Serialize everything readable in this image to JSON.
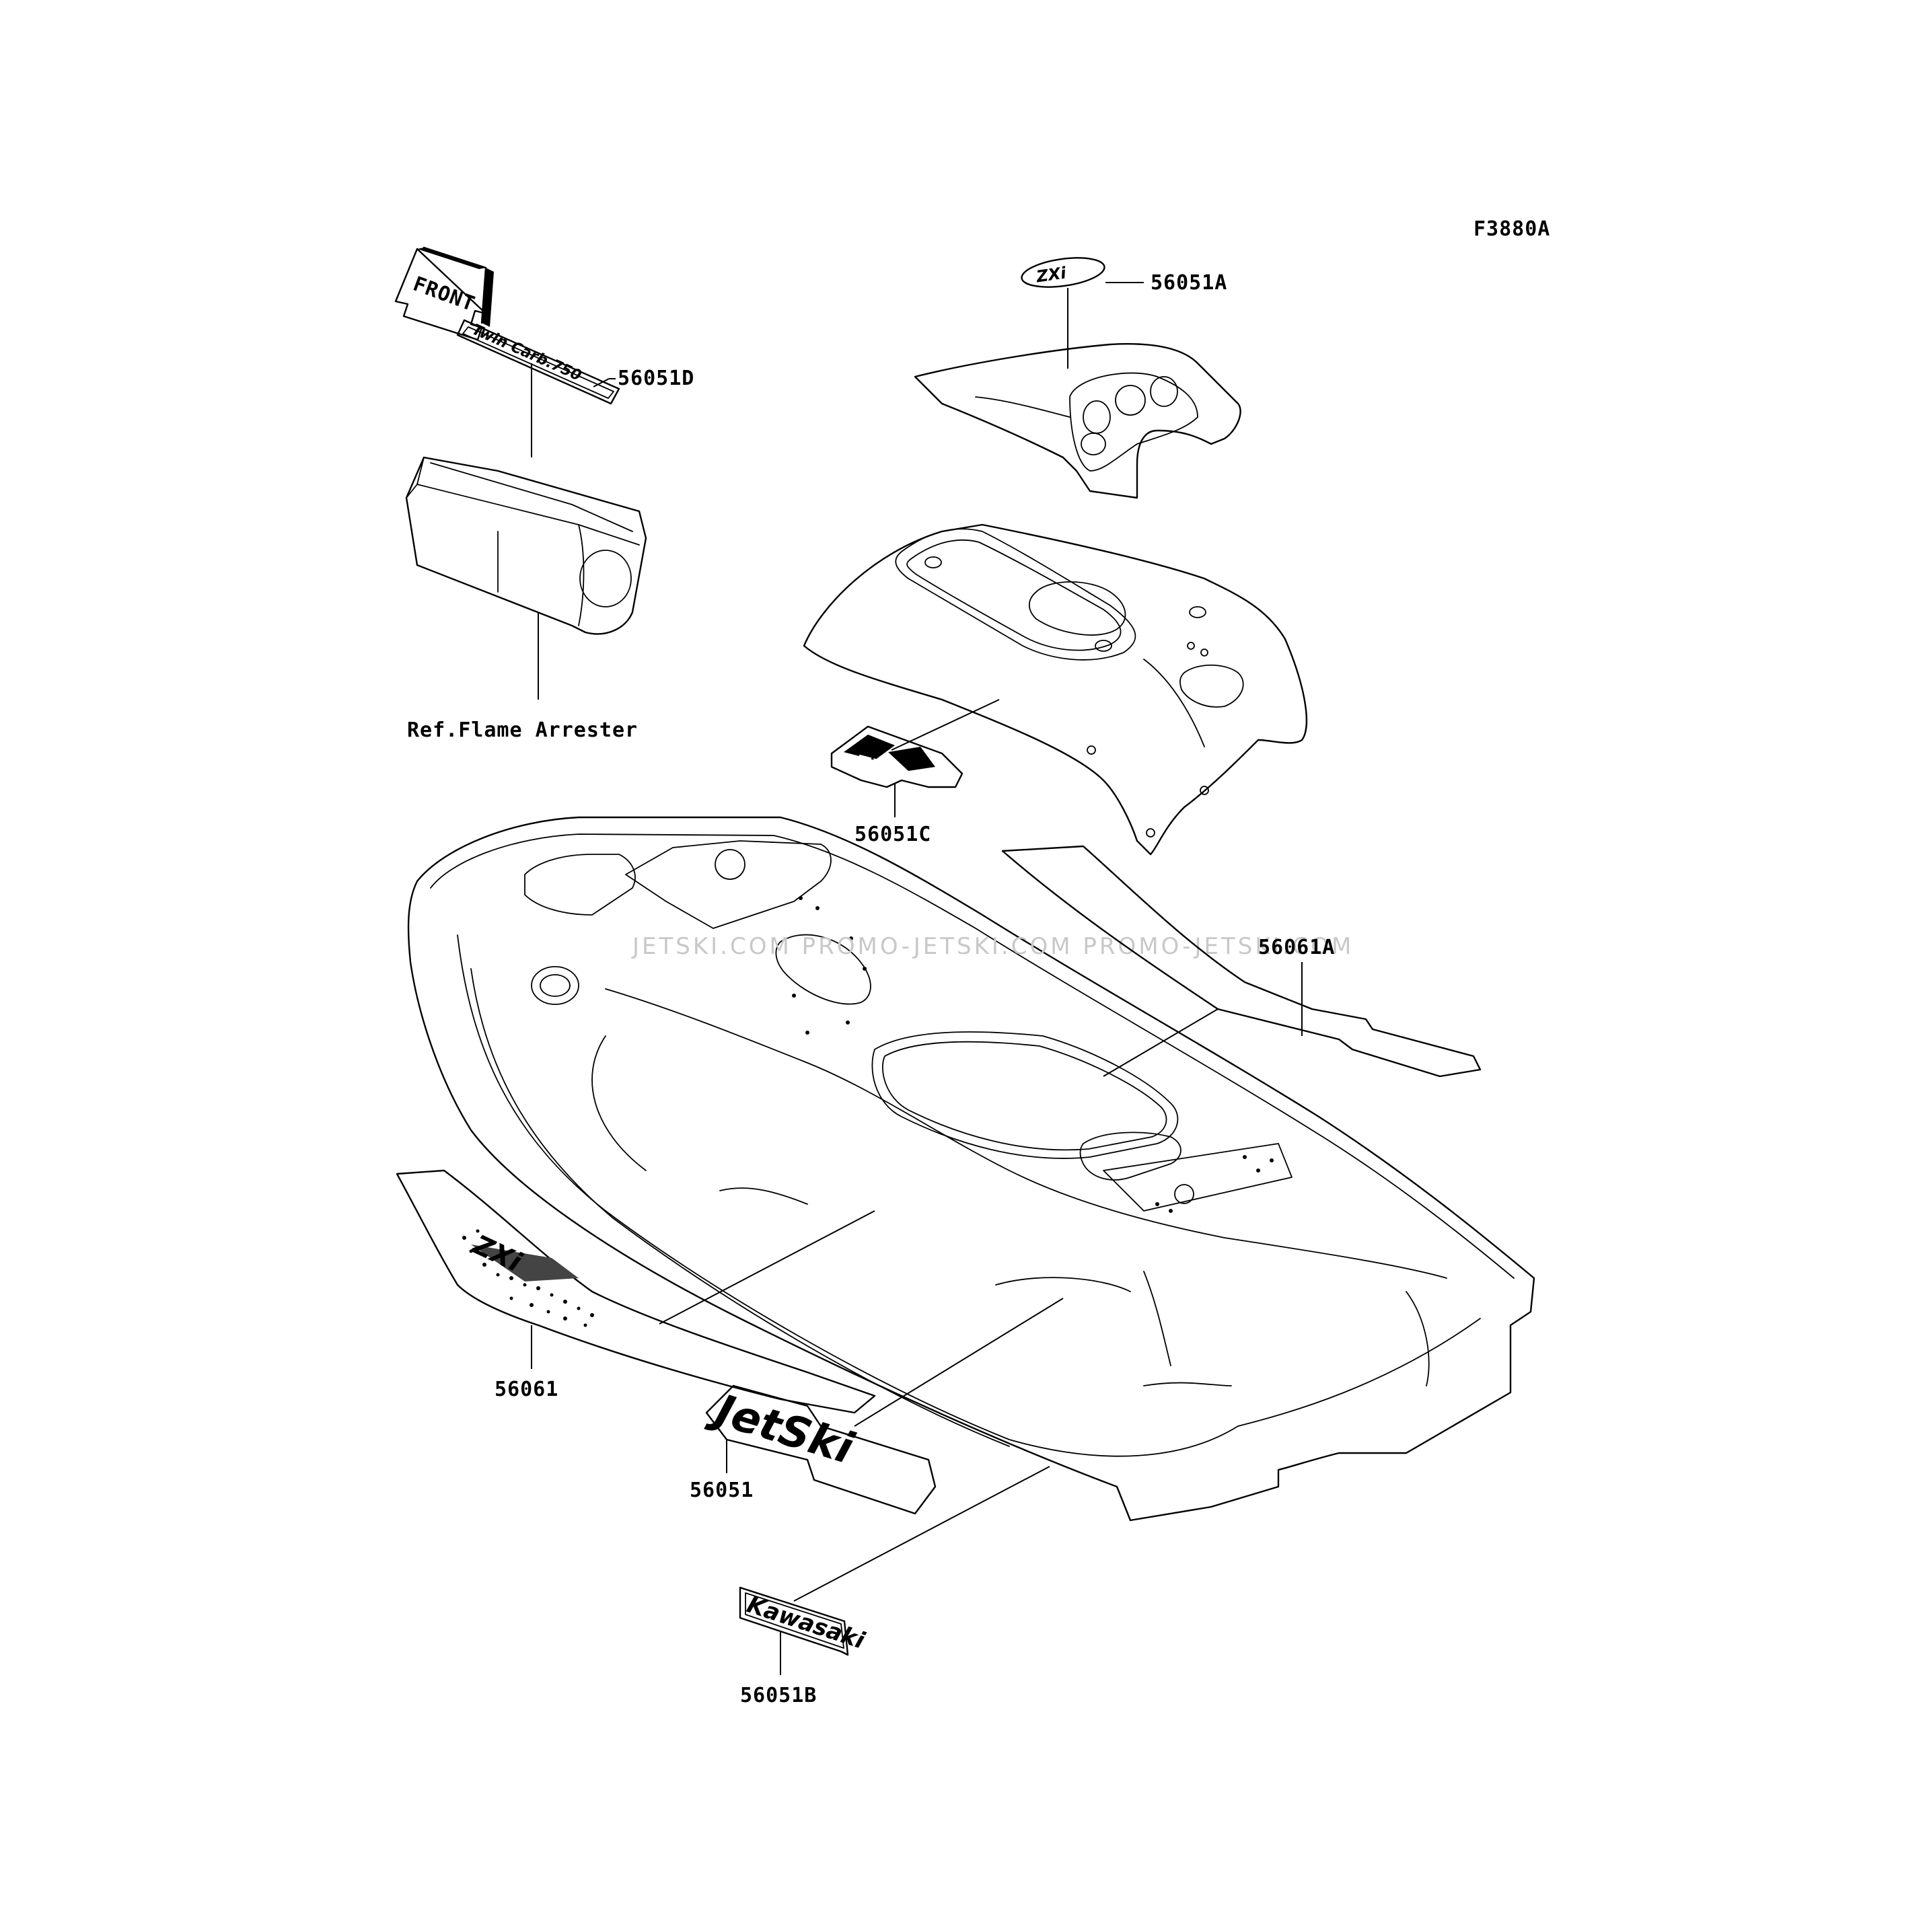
{
  "figure_code": "F3880A",
  "front_arrow_text": "FRONT",
  "watermark": "JETSKI.COM  PROMO-JETSKI.COM  PROMO-JETSKI.COM",
  "decals": {
    "twin_carb": "Twin Carb.750",
    "zxi_top": "ZXi",
    "zxi_side": "ZXi",
    "jetski": "JetSki",
    "kawasaki": "Kawasaki",
    "dash_badge": "ZXi"
  },
  "parts": {
    "p56051A": "56051A",
    "p56051D": "56051D",
    "ref_flame": "Ref.Flame Arrester",
    "p56051C": "56051C",
    "p56061A": "56061A",
    "p56061": "56061",
    "p56051": "56051",
    "p56051B": "56051B"
  }
}
